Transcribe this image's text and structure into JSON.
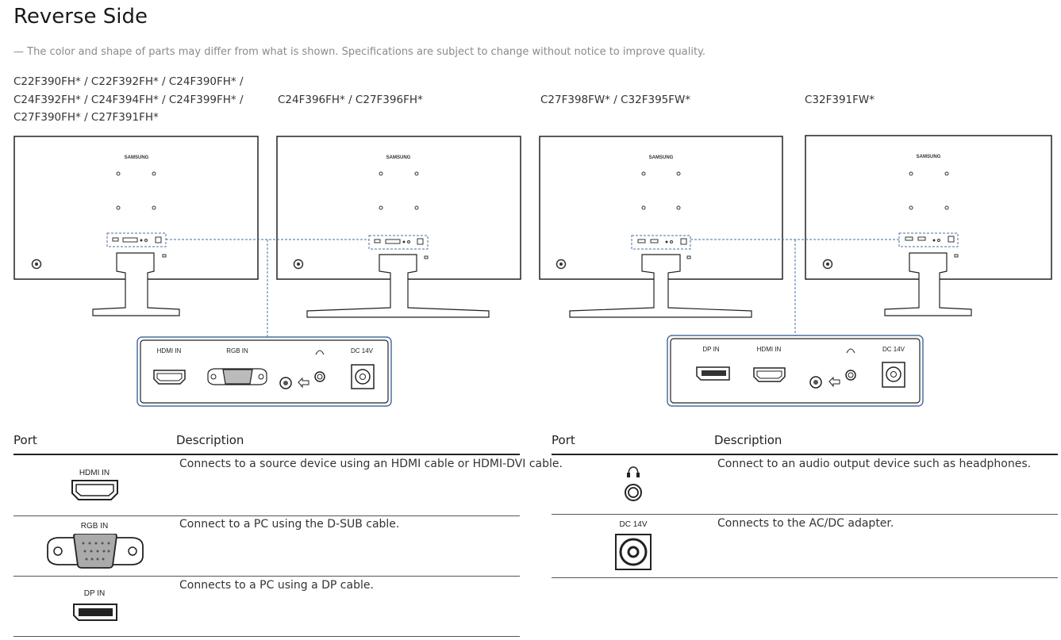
{
  "page": {
    "title": "Reverse Side",
    "note": "The color and shape of parts may differ from what is shown. Specifications are subject to change without notice to improve quality."
  },
  "models": [
    [
      "C22F390FH* / C22F392FH* / C24F390FH* /",
      "C24F392FH* / C24F394FH* / C24F399FH* /",
      "C27F390FH* / C27F391FH*"
    ],
    [
      "C24F396FH* / C27F396FH*"
    ],
    [
      "C27F398FW* / C32F395FW*"
    ],
    [
      "C32F391FW*"
    ]
  ],
  "brand": "SAMSUNG",
  "panel_labels": {
    "hdmi": "HDMI IN",
    "rgb": "RGB IN",
    "dp": "DP IN",
    "dc": "DC 14V"
  },
  "table": {
    "col_port": "Port",
    "col_desc": "Description",
    "left_rows": [
      {
        "port": "HDMI IN",
        "icon": "hdmi-port-icon",
        "desc": "Connects to a source device using an HDMI cable or HDMI-DVI cable."
      },
      {
        "port": "RGB IN",
        "icon": "vga-port-icon",
        "desc": "Connect to a PC using the D-SUB cable."
      },
      {
        "port": "DP IN",
        "icon": "displayport-icon",
        "desc": "Connects to a PC using a DP cable."
      }
    ],
    "right_rows": [
      {
        "port": "",
        "icon": "headphone-jack-icon",
        "desc": "Connect to an audio output device such as headphones."
      },
      {
        "port": "DC 14V",
        "icon": "dc-power-icon",
        "desc": "Connects to the AC/DC adapter."
      }
    ]
  }
}
